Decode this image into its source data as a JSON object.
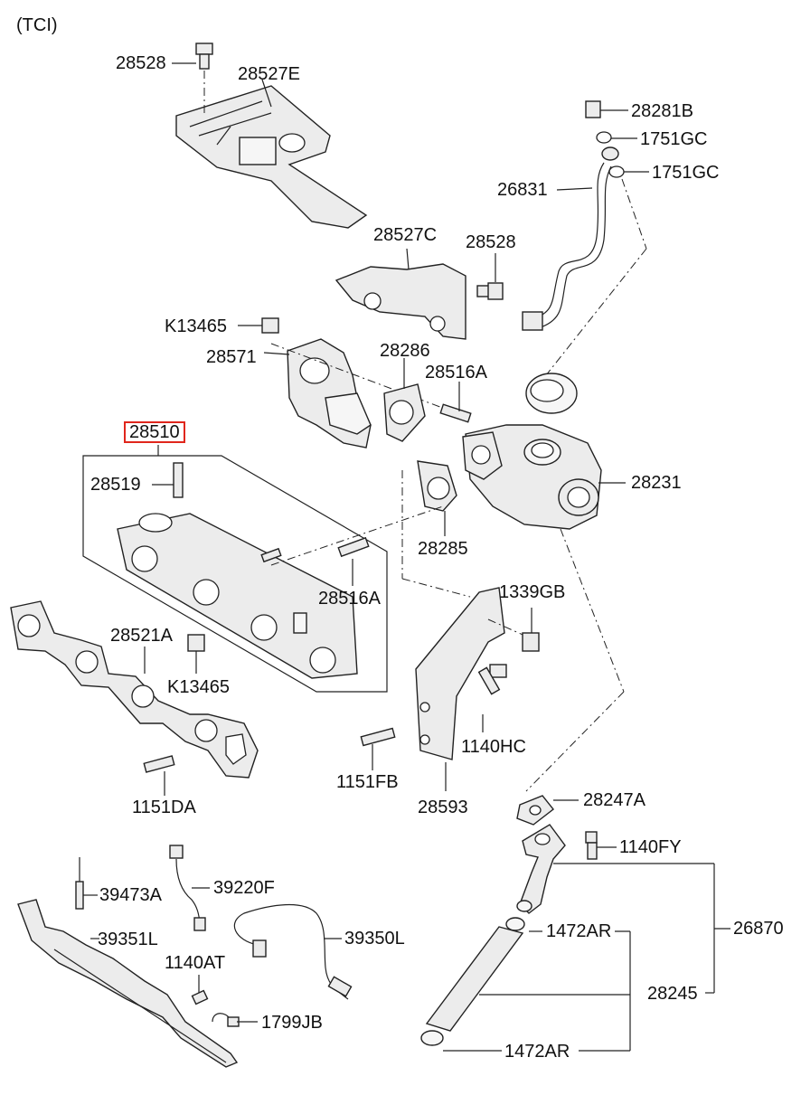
{
  "header": {
    "variant": "(TCI)"
  },
  "labels": {
    "p28528_top": "28528",
    "p28527E": "28527E",
    "p28281B": "28281B",
    "p1751GC_a": "1751GC",
    "p26831": "26831",
    "p1751GC_b": "1751GC",
    "p28527C": "28527C",
    "p28528_mid": "28528",
    "pK13465_top": "K13465",
    "p28571": "28571",
    "p28286": "28286",
    "p28516A_top": "28516A",
    "p28510": "28510",
    "p28231": "28231",
    "p28519": "28519",
    "p28285": "28285",
    "p28516A_mid": "28516A",
    "p1339GB": "1339GB",
    "p28521A": "28521A",
    "pK13465_bot": "K13465",
    "p1140HC": "1140HC",
    "p1151FB": "1151FB",
    "p1151DA": "1151DA",
    "p28593": "28593",
    "p28247A": "28247A",
    "p1140FY": "1140FY",
    "p39473A": "39473A",
    "p39220F": "39220F",
    "p39351L": "39351L",
    "p39350L": "39350L",
    "p1140AT": "1140AT",
    "p1799JB": "1799JB",
    "p1472AR_a": "1472AR",
    "p26870": "26870",
    "p28245": "28245",
    "p1472AR_b": "1472AR"
  },
  "highlight": {
    "color": "#e0261c"
  }
}
